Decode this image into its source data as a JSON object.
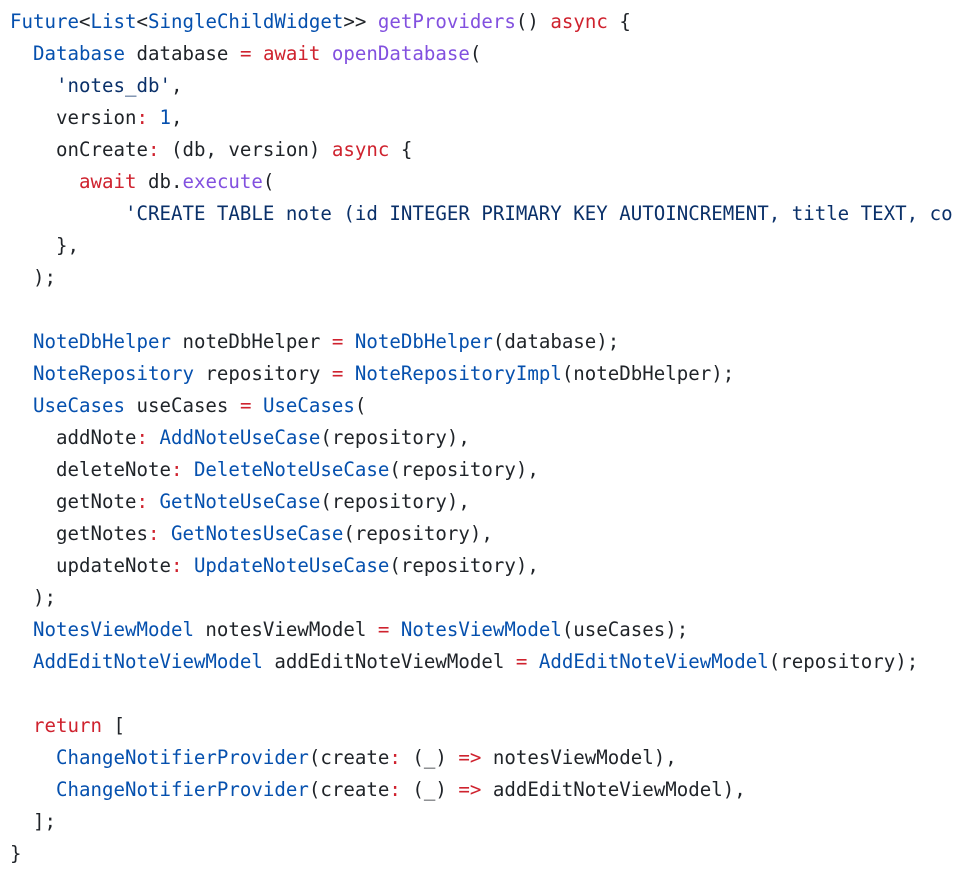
{
  "colors": {
    "keyword": "#cf222e",
    "type": "#0550ae",
    "function": "#8250df",
    "string": "#0a3069",
    "number": "#0550ae",
    "text": "#1f2328"
  },
  "lines": [
    [
      [
        "t",
        "Future"
      ],
      [
        "p",
        "<"
      ],
      [
        "t",
        "List"
      ],
      [
        "p",
        "<"
      ],
      [
        "t",
        "SingleChildWidget"
      ],
      [
        "p",
        ">> "
      ],
      [
        "f",
        "getProviders"
      ],
      [
        "p",
        "() "
      ],
      [
        "k",
        "async"
      ],
      [
        "p",
        " {"
      ]
    ],
    [
      [
        "p",
        "  "
      ],
      [
        "t",
        "Database"
      ],
      [
        "p",
        " database "
      ],
      [
        "k",
        "="
      ],
      [
        "p",
        " "
      ],
      [
        "k",
        "await"
      ],
      [
        "p",
        " "
      ],
      [
        "f",
        "openDatabase"
      ],
      [
        "p",
        "("
      ]
    ],
    [
      [
        "p",
        "    "
      ],
      [
        "s",
        "'notes_db'"
      ],
      [
        "p",
        ","
      ]
    ],
    [
      [
        "p",
        "    version"
      ],
      [
        "k",
        ":"
      ],
      [
        "p",
        " "
      ],
      [
        "n",
        "1"
      ],
      [
        "p",
        ","
      ]
    ],
    [
      [
        "p",
        "    onCreate"
      ],
      [
        "k",
        ":"
      ],
      [
        "p",
        " (db, version) "
      ],
      [
        "k",
        "async"
      ],
      [
        "p",
        " {"
      ]
    ],
    [
      [
        "p",
        "      "
      ],
      [
        "k",
        "await"
      ],
      [
        "p",
        " db."
      ],
      [
        "f",
        "execute"
      ],
      [
        "p",
        "("
      ]
    ],
    [
      [
        "p",
        "          "
      ],
      [
        "s",
        "'CREATE TABLE note (id INTEGER PRIMARY KEY AUTOINCREMENT, title TEXT, co"
      ]
    ],
    [
      [
        "p",
        "    },"
      ]
    ],
    [
      [
        "p",
        "  );"
      ]
    ],
    [],
    [
      [
        "p",
        "  "
      ],
      [
        "t",
        "NoteDbHelper"
      ],
      [
        "p",
        " noteDbHelper "
      ],
      [
        "k",
        "="
      ],
      [
        "p",
        " "
      ],
      [
        "t",
        "NoteDbHelper"
      ],
      [
        "p",
        "(database);"
      ]
    ],
    [
      [
        "p",
        "  "
      ],
      [
        "t",
        "NoteRepository"
      ],
      [
        "p",
        " repository "
      ],
      [
        "k",
        "="
      ],
      [
        "p",
        " "
      ],
      [
        "t",
        "NoteRepositoryImpl"
      ],
      [
        "p",
        "(noteDbHelper);"
      ]
    ],
    [
      [
        "p",
        "  "
      ],
      [
        "t",
        "UseCases"
      ],
      [
        "p",
        " useCases "
      ],
      [
        "k",
        "="
      ],
      [
        "p",
        " "
      ],
      [
        "t",
        "UseCases"
      ],
      [
        "p",
        "("
      ]
    ],
    [
      [
        "p",
        "    addNote"
      ],
      [
        "k",
        ":"
      ],
      [
        "p",
        " "
      ],
      [
        "t",
        "AddNoteUseCase"
      ],
      [
        "p",
        "(repository),"
      ]
    ],
    [
      [
        "p",
        "    deleteNote"
      ],
      [
        "k",
        ":"
      ],
      [
        "p",
        " "
      ],
      [
        "t",
        "DeleteNoteUseCase"
      ],
      [
        "p",
        "(repository),"
      ]
    ],
    [
      [
        "p",
        "    getNote"
      ],
      [
        "k",
        ":"
      ],
      [
        "p",
        " "
      ],
      [
        "t",
        "GetNoteUseCase"
      ],
      [
        "p",
        "(repository),"
      ]
    ],
    [
      [
        "p",
        "    getNotes"
      ],
      [
        "k",
        ":"
      ],
      [
        "p",
        " "
      ],
      [
        "t",
        "GetNotesUseCase"
      ],
      [
        "p",
        "(repository),"
      ]
    ],
    [
      [
        "p",
        "    updateNote"
      ],
      [
        "k",
        ":"
      ],
      [
        "p",
        " "
      ],
      [
        "t",
        "UpdateNoteUseCase"
      ],
      [
        "p",
        "(repository),"
      ]
    ],
    [
      [
        "p",
        "  );"
      ]
    ],
    [
      [
        "p",
        "  "
      ],
      [
        "t",
        "NotesViewModel"
      ],
      [
        "p",
        " notesViewModel "
      ],
      [
        "k",
        "="
      ],
      [
        "p",
        " "
      ],
      [
        "t",
        "NotesViewModel"
      ],
      [
        "p",
        "(useCases);"
      ]
    ],
    [
      [
        "p",
        "  "
      ],
      [
        "t",
        "AddEditNoteViewModel"
      ],
      [
        "p",
        " addEditNoteViewModel "
      ],
      [
        "k",
        "="
      ],
      [
        "p",
        " "
      ],
      [
        "t",
        "AddEditNoteViewModel"
      ],
      [
        "p",
        "(repository);"
      ]
    ],
    [],
    [
      [
        "p",
        "  "
      ],
      [
        "k",
        "return"
      ],
      [
        "p",
        " ["
      ]
    ],
    [
      [
        "p",
        "    "
      ],
      [
        "t",
        "ChangeNotifierProvider"
      ],
      [
        "p",
        "(create"
      ],
      [
        "k",
        ":"
      ],
      [
        "p",
        " (_) "
      ],
      [
        "k",
        "=>"
      ],
      [
        "p",
        " notesViewModel),"
      ]
    ],
    [
      [
        "p",
        "    "
      ],
      [
        "t",
        "ChangeNotifierProvider"
      ],
      [
        "p",
        "(create"
      ],
      [
        "k",
        ":"
      ],
      [
        "p",
        " (_) "
      ],
      [
        "k",
        "=>"
      ],
      [
        "p",
        " addEditNoteViewModel),"
      ]
    ],
    [
      [
        "p",
        "  ];"
      ]
    ],
    [
      [
        "p",
        "}"
      ]
    ]
  ]
}
